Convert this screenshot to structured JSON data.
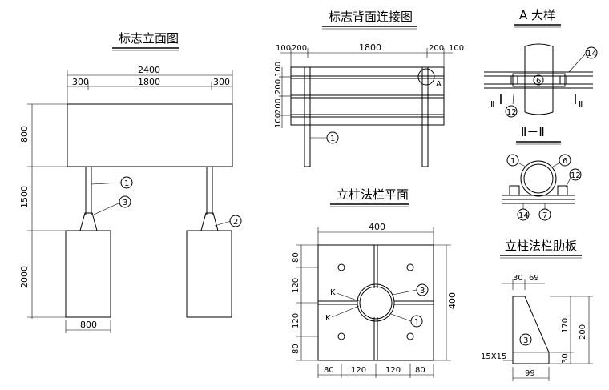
{
  "titles": {
    "elevation": "标志立面图",
    "back_connection": "标志背面连接图",
    "detail_a": "A 大样",
    "section_ii": "Ⅱ－Ⅱ",
    "post_flange_plan": "立柱法栏平面",
    "post_flange_rib": "立柱法栏肋板"
  },
  "elevation": {
    "dim_total_width": "2400",
    "dim_left": "300",
    "dim_middle": "1800",
    "dim_right": "300",
    "dim_h1": "800",
    "dim_h2": "1500",
    "dim_h3": "2000",
    "dim_base": "800",
    "callout_1": "1",
    "callout_2": "2",
    "callout_3": "3"
  },
  "back": {
    "dim_100a": "100",
    "dim_200a": "200",
    "dim_1800": "1800",
    "dim_200b": "200",
    "dim_100b": "100",
    "vdim_100a": "100",
    "vdim_200a": "200",
    "vdim_200b": "200",
    "vdim_100b": "100",
    "label_a": "A",
    "callout_1": "1"
  },
  "detail_a": {
    "callout_14": "14",
    "callout_6": "6",
    "callout_12": "12",
    "section_left": "Ⅱ",
    "section_right": "Ⅱ"
  },
  "section": {
    "callout_1": "1",
    "callout_6": "6",
    "callout_12": "12",
    "callout_14": "14",
    "callout_7": "7"
  },
  "plan": {
    "dim_top": "400",
    "dim_right": "400",
    "vdim_80a": "80",
    "vdim_120a": "120",
    "vdim_120b": "120",
    "vdim_80b": "80",
    "hdim_80a": "80",
    "hdim_120a": "120",
    "hdim_120b": "120",
    "hdim_80b": "80",
    "label_k1": "K",
    "label_k2": "K",
    "callout_3": "3",
    "callout_1": "1"
  },
  "rib": {
    "dim_30": "30",
    "dim_69": "69",
    "dim_170": "170",
    "dim_200": "200",
    "dim_30v": "30",
    "dim_99": "99",
    "chamfer": "15X15",
    "callout_3": "3"
  }
}
